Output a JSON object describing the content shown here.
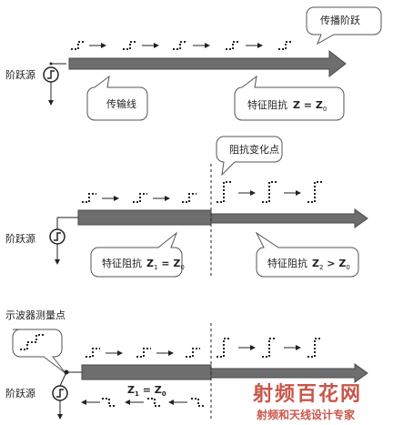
{
  "panel1": {
    "source_label": "阶跃源",
    "bubble_step": "传播阶跃",
    "bubble_line": "传输线",
    "bubble_impedance_text": "特征阻抗",
    "bubble_impedance_eq": "Z = Z",
    "bubble_impedance_sub": "0"
  },
  "panel2": {
    "source_label": "阶跃源",
    "bubble_change_point": "阻抗变化点",
    "bubble_left_text": "特征阻抗",
    "bubble_left_z": "Z",
    "bubble_left_z_sub": "1",
    "bubble_left_eq": " = Z",
    "bubble_left_eq_sub": "0",
    "bubble_right_text": "特征阻抗",
    "bubble_right_z": "Z",
    "bubble_right_z_sub": "2",
    "bubble_right_eq": " > Z",
    "bubble_right_eq_sub": "0"
  },
  "panel3": {
    "scope_label": "示波器测量点",
    "source_label": "阶跃源",
    "z_label": "Z",
    "z_sub": "1",
    "z_eq": " = Z",
    "z_eq_sub": "0"
  },
  "watermark": {
    "title": "射频百花网",
    "subtitle": "射频和天线设计专家",
    "color": "#c0392b"
  }
}
